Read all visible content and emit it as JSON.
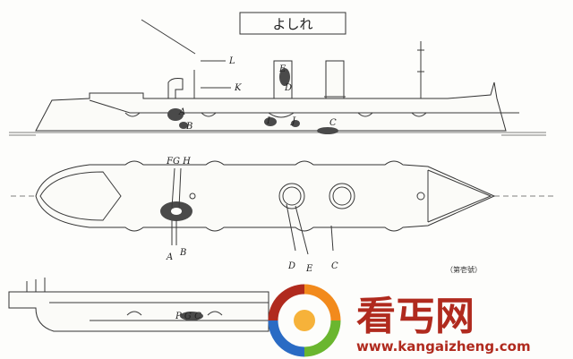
{
  "title": "よしれ",
  "caption": "（第壱號）",
  "side_labels": {
    "L": "L",
    "K": "K",
    "A": "A",
    "B": "B",
    "E": "E",
    "D": "D",
    "I": "I",
    "J": "J",
    "C": "C"
  },
  "plan_labels": {
    "FGH": "FG H",
    "A": "A",
    "B": "B",
    "D": "D",
    "E": "E",
    "C": "C"
  },
  "lower_labels": {
    "damage": "P G C"
  },
  "watermark": {
    "text": "看丐网",
    "url": "www.kangaizheng.com",
    "colors": {
      "red": "#b02a1e",
      "orange": "#f28a1c",
      "blue": "#2a6bc4",
      "green": "#6ab62f"
    }
  }
}
